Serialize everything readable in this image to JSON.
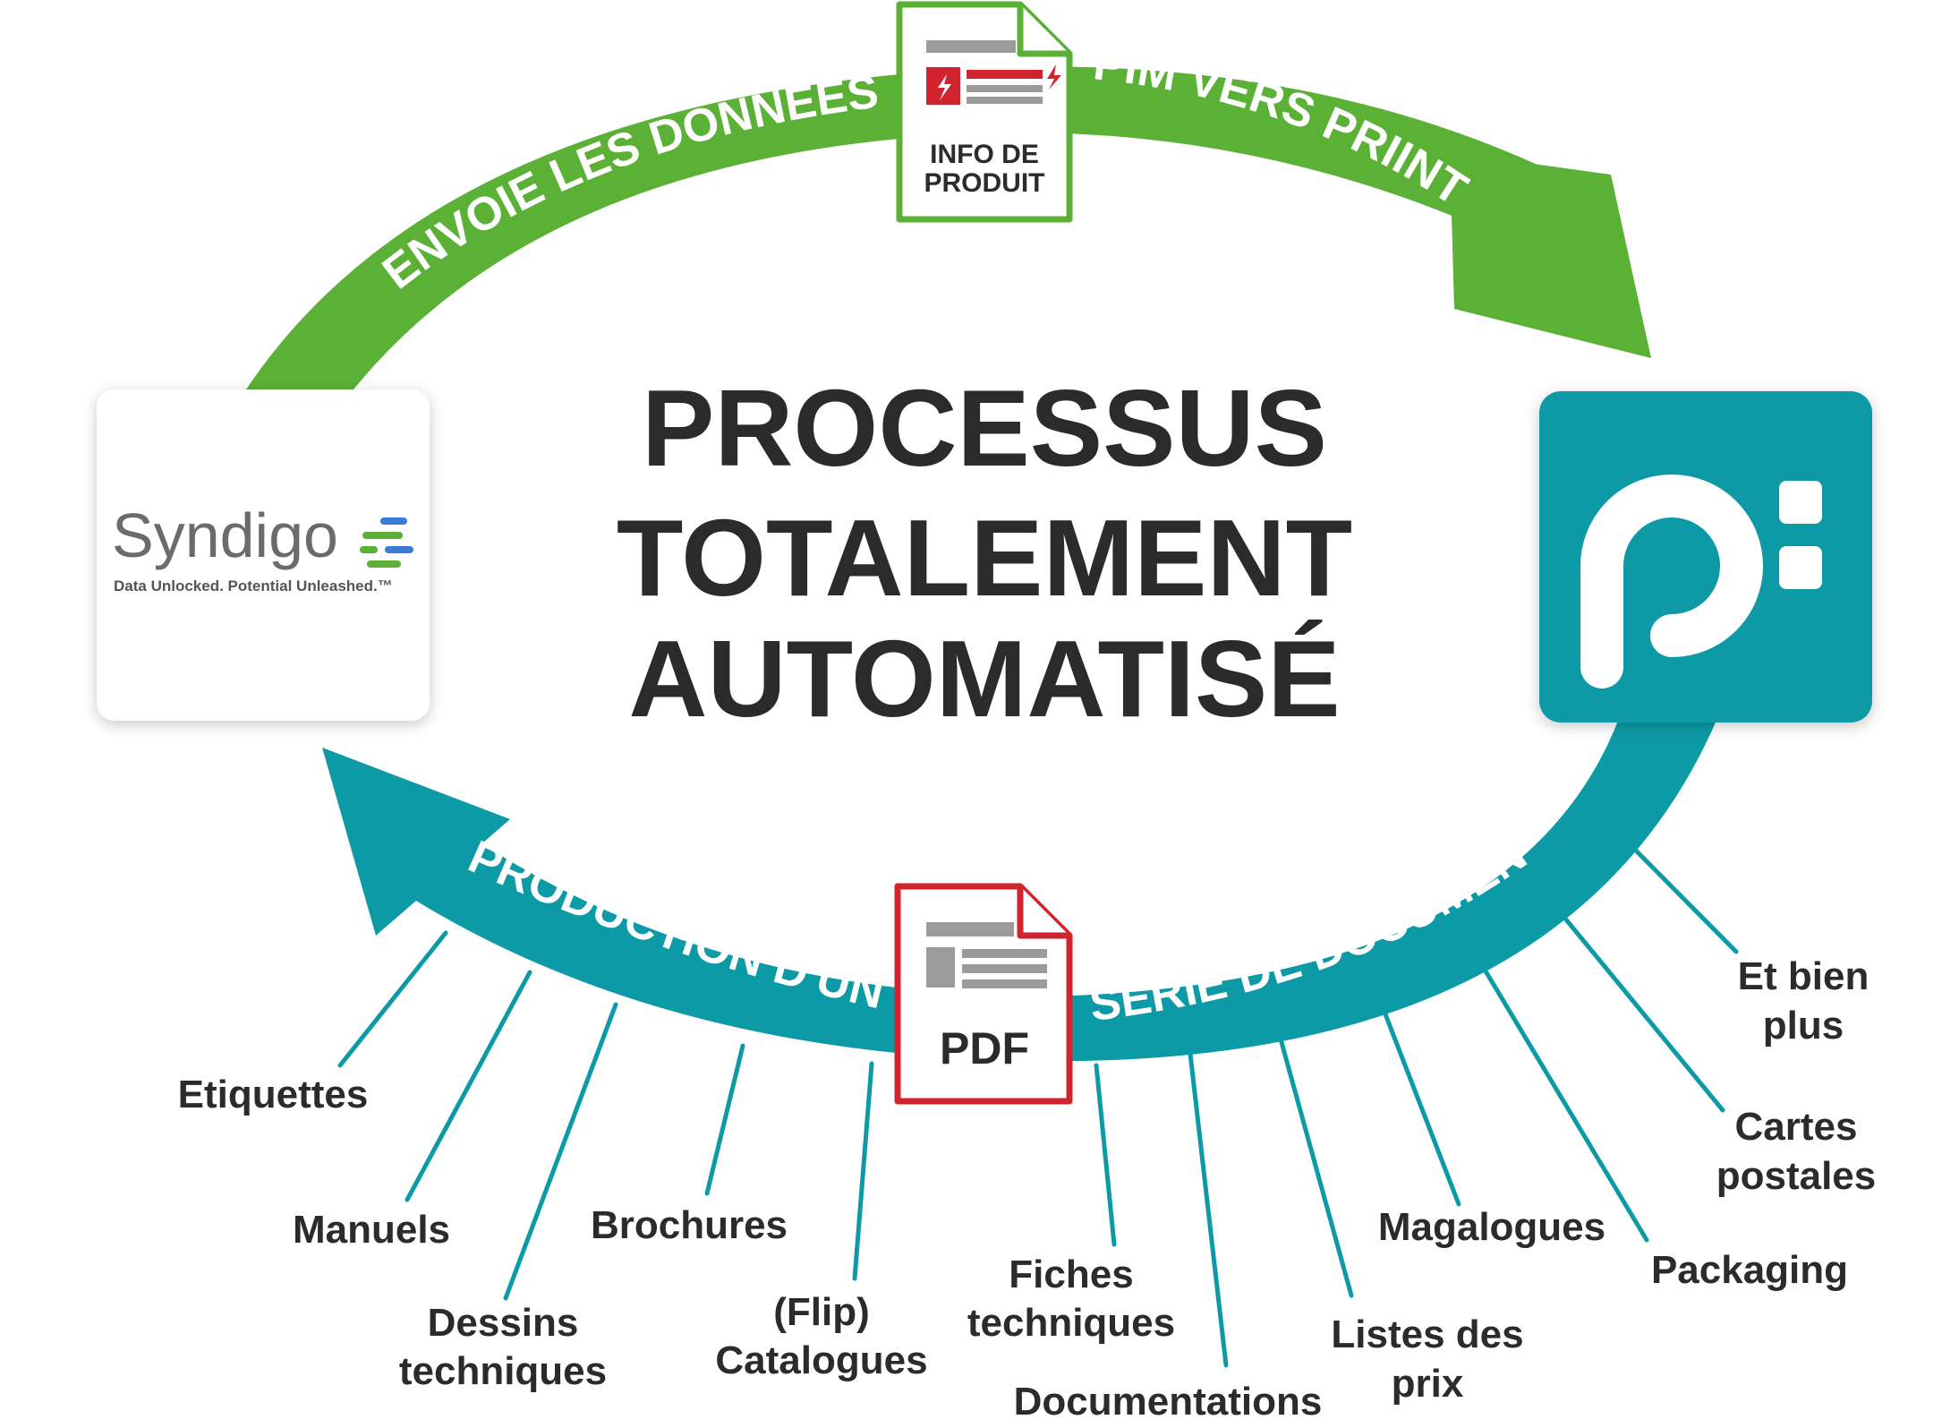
{
  "title": {
    "line1": "PROCESSUS",
    "line2": "TOTALEMENT",
    "line3": "AUTOMATISÉ"
  },
  "top_arc": {
    "left_text": "ENVOIE LES DONNÉES DU",
    "right_text": "PIM VERS PRIINT",
    "color": "#5bb135"
  },
  "bottom_arc": {
    "left_text": "PRODUCTION D'UNE",
    "right_text": "SÉRIE DE DOCUMENTS",
    "color": "#0c9aa6"
  },
  "product_doc": {
    "line1": "INFO DE",
    "line2": "PRODUIT",
    "border_color": "#5bb135",
    "accent_color": "#d0242e"
  },
  "pdf_doc": {
    "label": "PDF",
    "border_color": "#d0242e"
  },
  "syndigo": {
    "name": "Syndigo",
    "tagline": "Data Unlocked. Potential Unleashed.™"
  },
  "priint": {
    "color": "#0c9aa6"
  },
  "outputs": {
    "etiquettes": "Etiquettes",
    "manuels": "Manuels",
    "dessins_1": "Dessins",
    "dessins_2": "techniques",
    "brochures": "Brochures",
    "catalogues_1": "(Flip)",
    "catalogues_2": "Catalogues",
    "fiches_1": "Fiches",
    "fiches_2": "techniques",
    "documentations": "Documentations",
    "listes_1": "Listes des",
    "listes_2": "prix",
    "magalogues": "Magalogues",
    "packaging": "Packaging",
    "cartes_1": "Cartes",
    "cartes_2": "postales",
    "plus_1": "Et bien",
    "plus_2": "plus"
  }
}
